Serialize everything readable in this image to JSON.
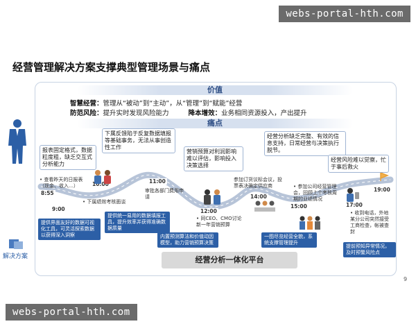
{
  "watermark": "webs-portal-hth.com",
  "title": "经营管理解决方案支撑典型管理场景与痛点",
  "value_section": {
    "label": "价值",
    "line1_key": "智慧经营：",
    "line1_text": "管理从“被动”到“主动”，从“管理”到“赋能”经营",
    "line2a_key": "防范风险：",
    "line2a_text": "提升实时发现风险能力",
    "line2b_key": "降本增效：",
    "line2b_text": "业务相同资源投入，产出提升"
  },
  "pain_section": {
    "label": "痛点"
  },
  "pain_points": [
    "报表固定格式，数据粒度粗，缺乏交互式分析能力",
    "下属反馈陷于反复数据填报等基础事务，无法从事创造性工作",
    "营销预算对利润影响难以评估，影响投入决策选择",
    "经营分析缺乏完整、有效的信息支持，日常经营与决策执行脱节。",
    "经营风险难以觉察，忙于事后救火"
  ],
  "timeline": [
    "8:55",
    "9:00",
    "10:00",
    "11:00",
    "12:00",
    "14:00",
    "15:00",
    "17:00",
    "19:00"
  ],
  "notes": [
    "• 查看昨天的日报表（现金、收入…）",
    "• 下属绩效考核面谈",
    "审批各部门费用申请",
    "• 同CEO、CMO讨论新一年营销预算",
    "参加订货议标会议，投票表决确定供应商",
    "• 参加公司经营管理会，回顾上个考核周期的业绩情况",
    "• 收到电话，外地某分公司突然接受工商检查，帐被查封"
  ],
  "solutions": [
    "提供界面友好的数据可视化工具，可灵活探索数据以获得深入洞察",
    "提供统一易用的数据填报工具，提升效率并获得准确数据质量",
    "内置预测算法和价值动因模型，助力营销预算决策",
    "一图尽览经营全貌，系统支撑管理提升",
    "提前预知异常情况，及时预警风险点"
  ],
  "platform": "经营分析一体化平台",
  "solution_label": "解决方案",
  "page_number": "9",
  "colors": {
    "accent": "#2c5fa6",
    "road": "#b7c4d8",
    "panel_border": "#c7d3e3"
  }
}
